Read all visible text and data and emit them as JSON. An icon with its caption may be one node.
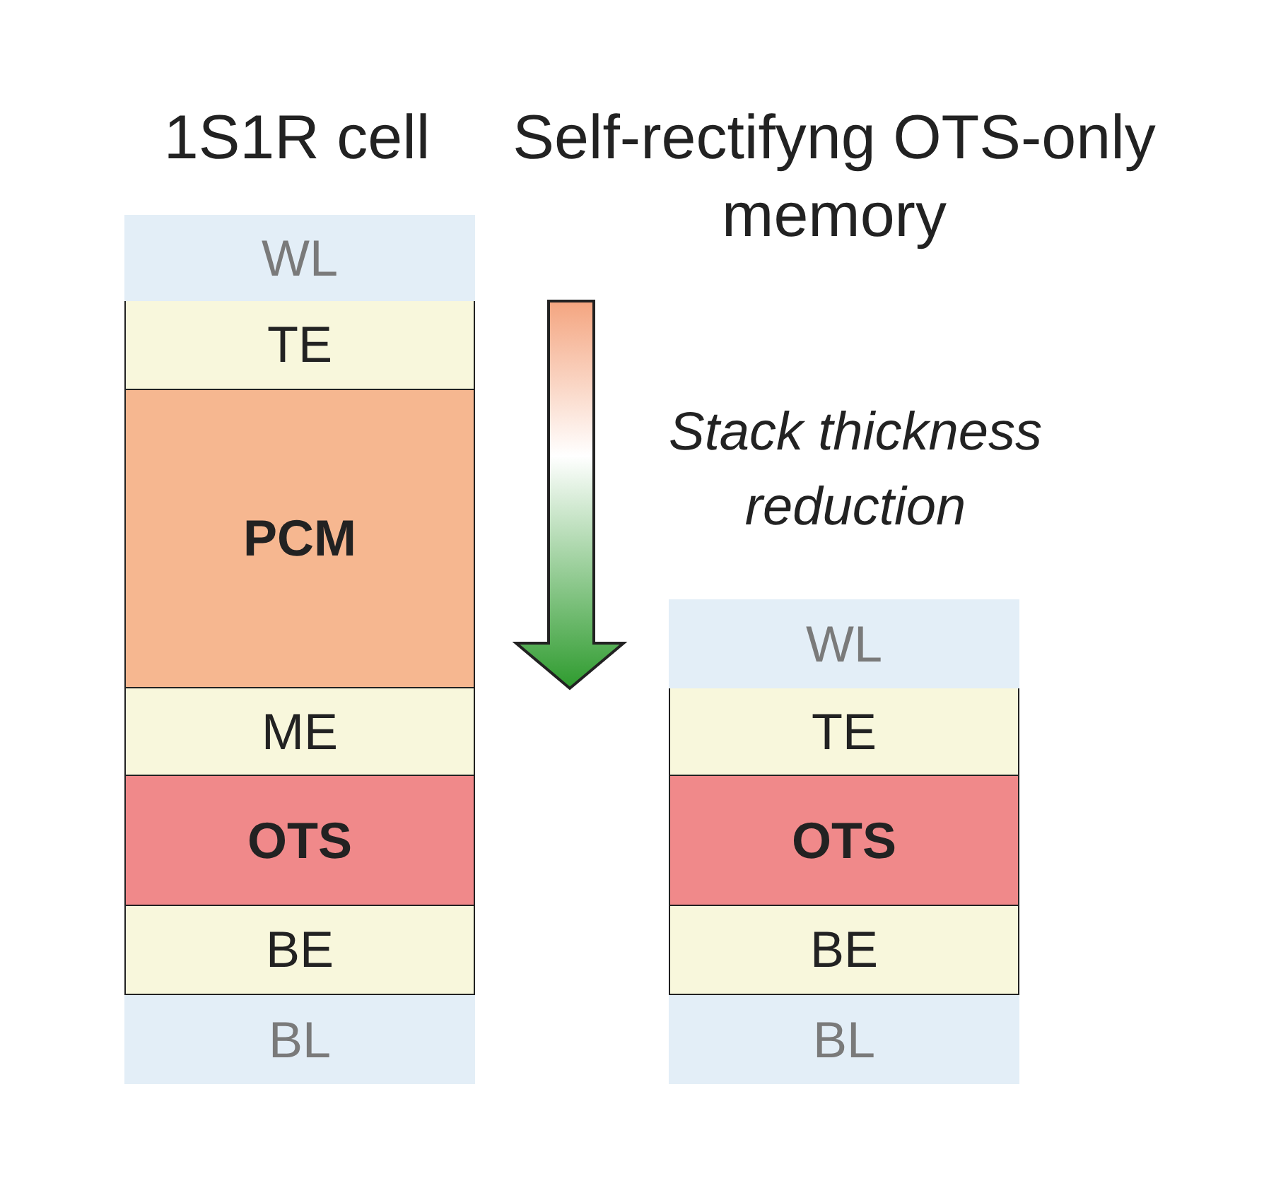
{
  "diagram": {
    "nodes": [
      {
        "text": [
          "WL"
        ]
      },
      {
        "text": [
          "TE"
        ]
      },
      {
        "text": [
          "PCM"
        ]
      },
      {
        "text": [
          "ME"
        ]
      },
      {
        "text": [
          "OTS"
        ]
      },
      {
        "text": [
          "BE"
        ]
      },
      {
        "text": [
          "BL"
        ]
      },
      {
        "text": [
          "WL"
        ]
      },
      {
        "text": [
          "TE"
        ]
      },
      {
        "text": [
          "OTS"
        ]
      },
      {
        "text": [
          "BE"
        ]
      },
      {
        "text": [
          "BL"
        ]
      }
    ],
    "labels": [
      "1S1R cell",
      "Self-rectifyng OTS-only memory",
      "Stack thickness reduction"
    ]
  }
}
